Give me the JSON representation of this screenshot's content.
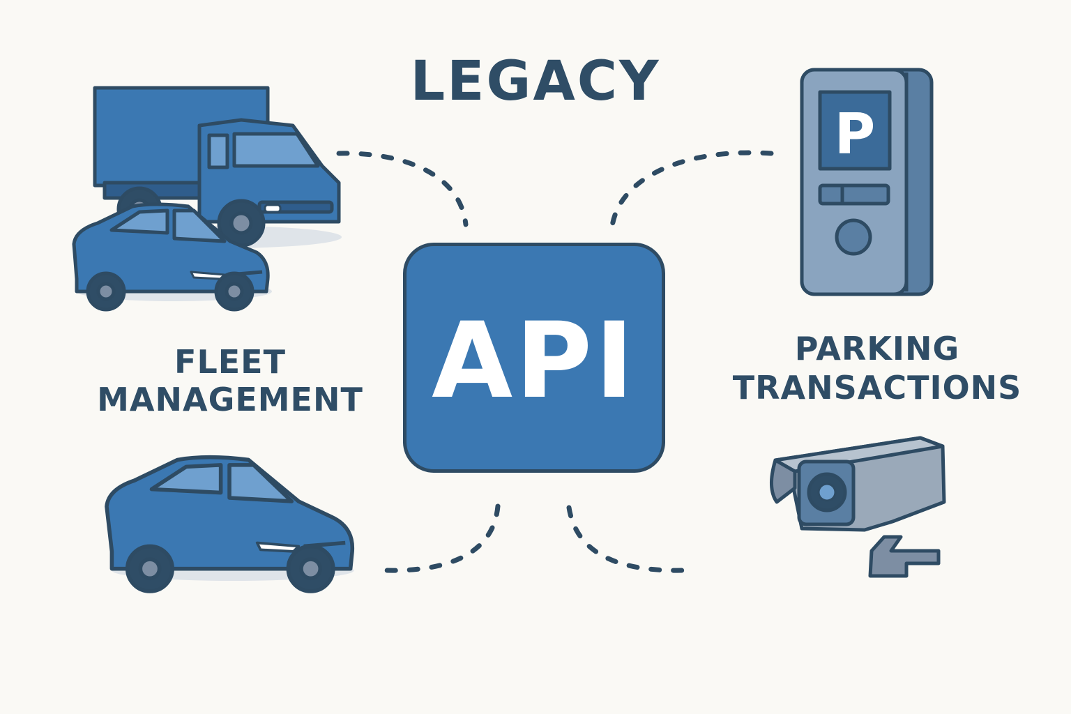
{
  "title": "LEGACY",
  "center": {
    "label": "API"
  },
  "left": {
    "label_line1": "FLEET",
    "label_line2": "MANAGEMENT"
  },
  "right": {
    "label_line1": "PARKING",
    "label_line2": "TRANSACTIONS"
  },
  "parking_sign_letter": "P",
  "icons": [
    "box-truck-icon",
    "sedan-car-icon",
    "sedan-car-icon",
    "parking-meter-icon",
    "security-camera-icon"
  ],
  "colors": {
    "background": "#faf9f5",
    "vehicle_blue": "#3b78b2",
    "meter_blue": "#5a7fa3",
    "camera_gray": "#7d8ea3",
    "outline": "#2e4b63",
    "text": "#2f4d66"
  }
}
